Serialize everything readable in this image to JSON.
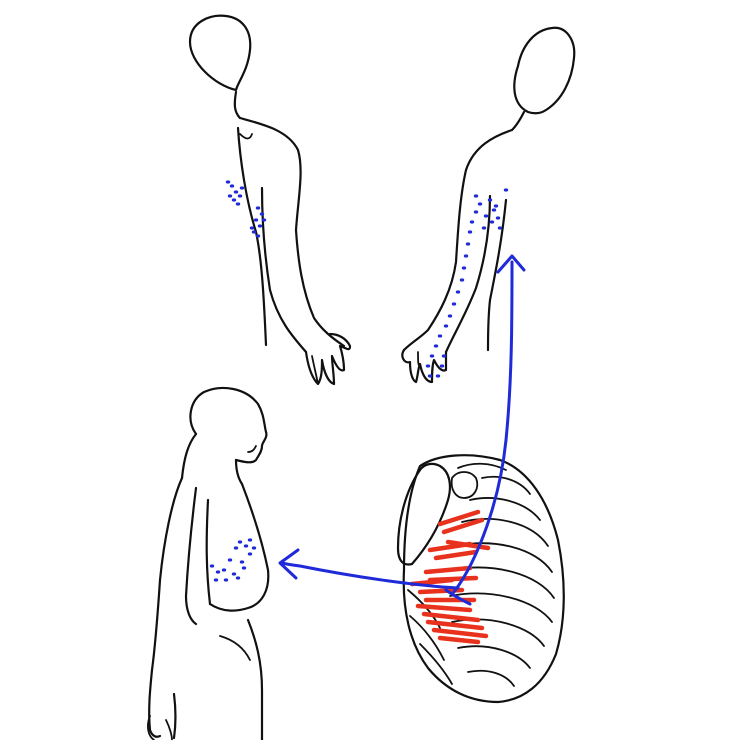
{
  "colors": {
    "background": "#ffffff",
    "outline": "#111111",
    "muscle": "#e8321e",
    "referral": "#1f2ad8"
  },
  "figures": [
    {
      "name": "posterior-upper-body-right-arm"
    },
    {
      "name": "anterior-upper-body-left-arm"
    },
    {
      "name": "lateral-torso-view"
    },
    {
      "name": "rib-cage-with-serratus-anterior"
    }
  ]
}
